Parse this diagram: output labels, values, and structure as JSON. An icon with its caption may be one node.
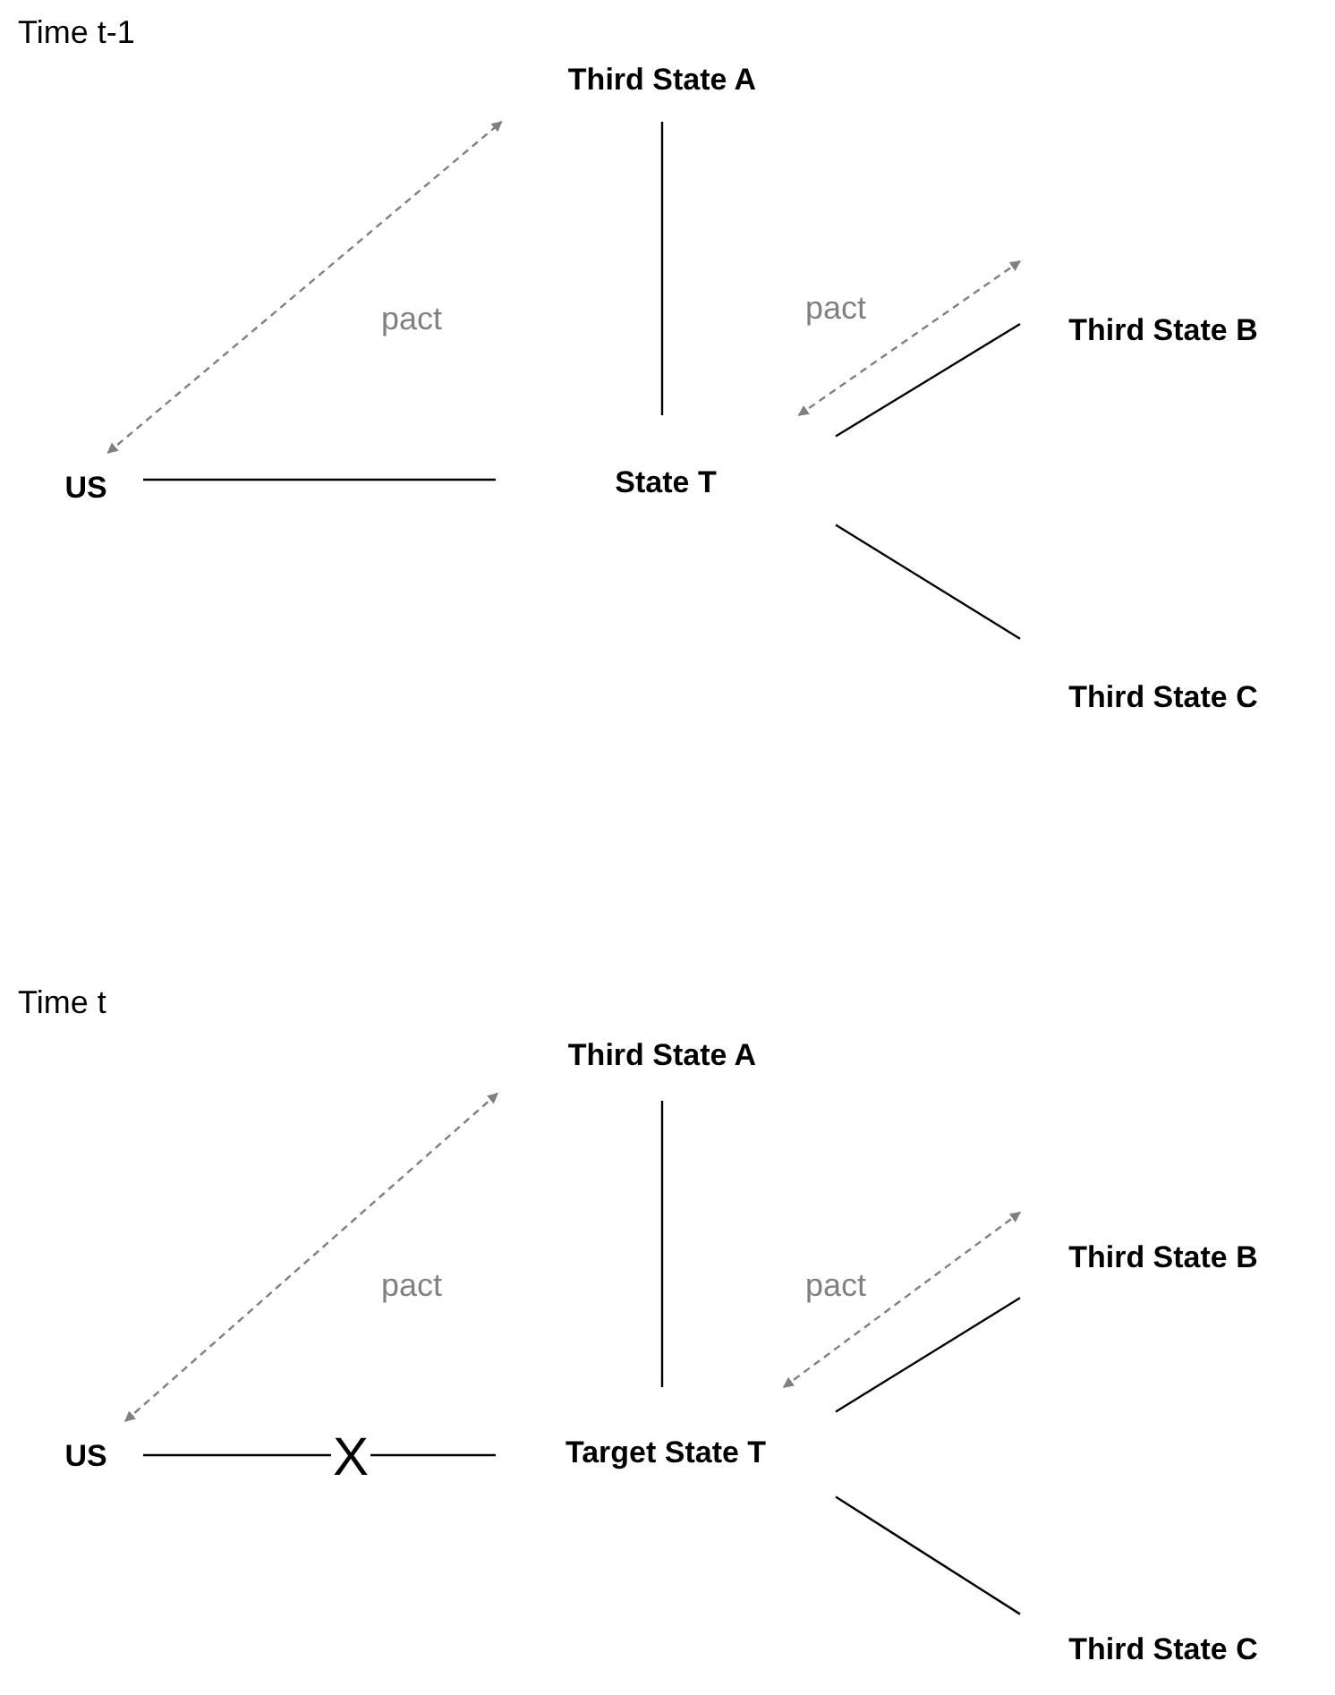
{
  "diagram": {
    "nodes": [
      {
        "text": [
          "Third State A"
        ]
      },
      {
        "text": [
          "Third State B"
        ]
      },
      {
        "text": [
          "US"
        ]
      },
      {
        "text": [
          "State T"
        ]
      },
      {
        "text": [
          "Third State C"
        ]
      },
      {
        "text": [
          "Third State A"
        ]
      },
      {
        "text": [
          "Third State B"
        ]
      },
      {
        "text": [
          "US"
        ]
      },
      {
        "text": [
          "Target State T"
        ]
      },
      {
        "text": [
          "Third State C"
        ]
      }
    ],
    "edges": [
      {
        "from": 0,
        "to": 3,
        "arrow": "none"
      },
      {
        "from": 2,
        "to": 0,
        "arrow": "both",
        "label": "pact",
        "style": "dashed",
        "color": "#808080"
      },
      {
        "from": 2,
        "to": 3,
        "arrow": "none"
      },
      {
        "from": 3,
        "to": 1,
        "arrow": "both",
        "label": "pact",
        "style": "dashed",
        "color": "#808080"
      },
      {
        "from": 3,
        "to": 1,
        "arrow": "none"
      },
      {
        "from": 3,
        "to": 4,
        "arrow": "none"
      },
      {
        "from": 5,
        "to": 8,
        "arrow": "none"
      },
      {
        "from": 7,
        "to": 5,
        "arrow": "both",
        "label": "pact",
        "style": "dashed",
        "color": "#808080"
      },
      {
        "from": 7,
        "to": 8,
        "arrow": "none",
        "label": "X"
      },
      {
        "from": 8,
        "to": 6,
        "arrow": "both",
        "label": "pact",
        "style": "dashed",
        "color": "#808080"
      },
      {
        "from": 8,
        "to": 6,
        "arrow": "none"
      },
      {
        "from": 8,
        "to": 9,
        "arrow": "none"
      }
    ],
    "labels": [
      "Time t-1",
      "Time t"
    ]
  }
}
